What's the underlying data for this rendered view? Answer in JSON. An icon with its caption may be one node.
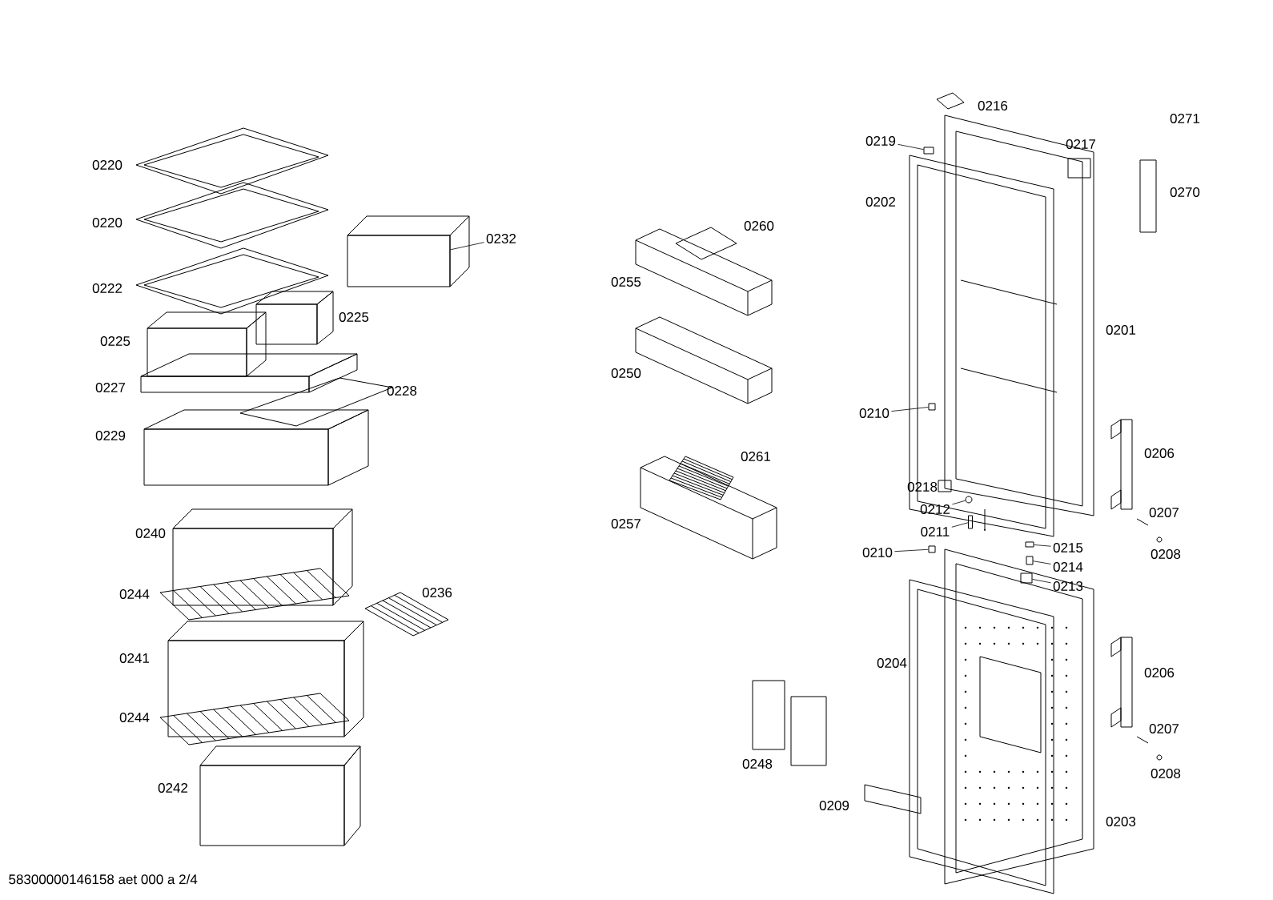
{
  "diagram": {
    "nodes": [
      {
        "text": [
          "0232"
        ]
      },
      {
        "text": [],
        "shape": "box"
      },
      {
        "text": [
          "0219"
        ]
      },
      {
        "text": [],
        "shape": "box"
      },
      {
        "text": [
          "0210"
        ]
      },
      {
        "text": [],
        "shape": "box"
      },
      {
        "text": [
          "0212"
        ]
      },
      {
        "text": [],
        "shape": "circle"
      },
      {
        "text": [
          "0211"
        ]
      },
      {
        "text": [],
        "shape": "box"
      },
      {
        "text": [
          "0210"
        ]
      },
      {
        "text": [],
        "shape": "box"
      },
      {
        "text": [
          "0215"
        ]
      },
      {
        "text": [],
        "shape": "box"
      },
      {
        "text": [
          "0214"
        ]
      },
      {
        "text": [],
        "shape": "box"
      },
      {
        "text": [
          "0213"
        ]
      },
      {
        "text": [],
        "shape": "box"
      }
    ],
    "edges": [
      {
        "from": 0,
        "to": 1,
        "arrow": "none"
      },
      {
        "from": 2,
        "to": 3,
        "arrow": "none"
      },
      {
        "from": 4,
        "to": 5,
        "arrow": "none"
      },
      {
        "from": 6,
        "to": 7,
        "arrow": "none"
      },
      {
        "from": 8,
        "to": 9,
        "arrow": "none"
      },
      {
        "from": 10,
        "to": 11,
        "arrow": "none"
      },
      {
        "from": 12,
        "to": 13,
        "arrow": "none"
      },
      {
        "from": 14,
        "to": 15,
        "arrow": "none"
      },
      {
        "from": 16,
        "to": 17,
        "arrow": "none"
      }
    ],
    "labels": [
      "0216",
      "0271",
      "0217",
      "0220",
      "0270",
      "0202",
      "0220",
      "0260",
      "0255",
      "0222",
      "0225",
      "0201",
      "0225",
      "0250",
      "0227",
      "0228",
      "0229",
      "0206",
      "0261",
      "0218",
      "0207",
      "0257",
      "0240",
      "0208",
      "0236",
      "0244",
      "0241",
      "0204",
      "0206",
      "0244",
      "0207",
      "0248",
      "0208",
      "0242",
      "0209",
      "0203",
      "58300000146158 aet 000 a 2/4"
    ]
  }
}
